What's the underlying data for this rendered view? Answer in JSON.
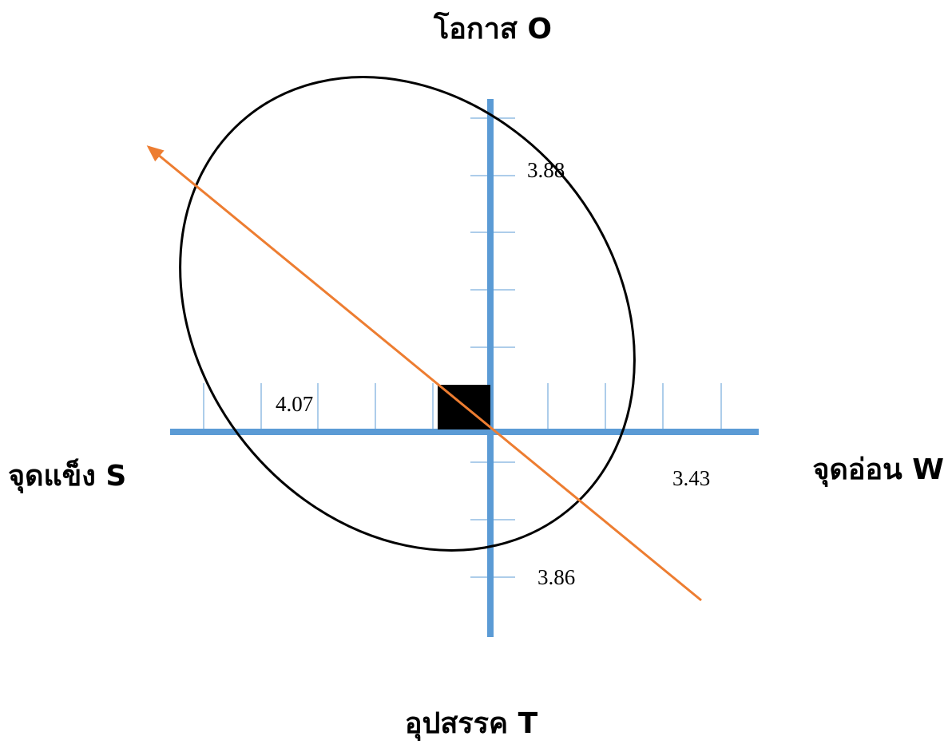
{
  "diagram": {
    "labels": {
      "top": "โอกาส O",
      "bottom": "อุปสรรค T",
      "left": "จุดแข็ง S",
      "right": "จุดอ่อน W"
    },
    "values": {
      "opportunity": "3.88",
      "threat": "3.86",
      "strength": "4.07",
      "weakness": "3.43"
    },
    "colors": {
      "axis": "#5b9bd5",
      "arrow": "#ed7d31",
      "ellipse": "#000000",
      "marker": "#000000"
    }
  }
}
